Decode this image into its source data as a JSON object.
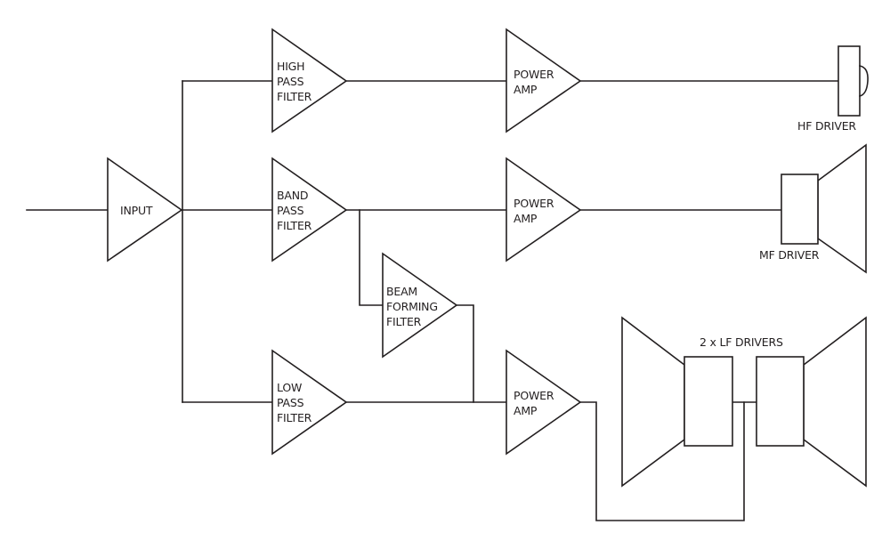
{
  "diagram": {
    "title": "Loudspeaker signal chain block diagram",
    "stroke_color": "#231f20",
    "background_color": "#ffffff",
    "blocks": {
      "input": {
        "lines": [
          "INPUT"
        ]
      },
      "high_pass_filter": {
        "lines": [
          "HIGH",
          "PASS",
          "FILTER"
        ]
      },
      "band_pass_filter": {
        "lines": [
          "BAND",
          "PASS",
          "FILTER"
        ]
      },
      "low_pass_filter": {
        "lines": [
          "LOW",
          "PASS",
          "FILTER"
        ]
      },
      "beam_forming_filter": {
        "lines": [
          "BEAM",
          "FORMING",
          "FILTER"
        ]
      },
      "power_amp_hf": {
        "lines": [
          "POWER",
          "AMP"
        ]
      },
      "power_amp_mf": {
        "lines": [
          "POWER",
          "AMP"
        ]
      },
      "power_amp_lf": {
        "lines": [
          "POWER",
          "AMP"
        ]
      }
    },
    "drivers": {
      "hf": {
        "label": "HF DRIVER"
      },
      "mf": {
        "label": "MF DRIVER"
      },
      "lf": {
        "label": "2 x LF DRIVERS"
      }
    },
    "connections": [
      {
        "from": "input",
        "to": "high_pass_filter"
      },
      {
        "from": "input",
        "to": "band_pass_filter"
      },
      {
        "from": "input",
        "to": "low_pass_filter"
      },
      {
        "from": "high_pass_filter",
        "to": "power_amp_hf"
      },
      {
        "from": "power_amp_hf",
        "to": "hf_driver"
      },
      {
        "from": "band_pass_filter",
        "to": "power_amp_mf"
      },
      {
        "from": "band_pass_filter",
        "to": "beam_forming_filter"
      },
      {
        "from": "power_amp_mf",
        "to": "mf_driver"
      },
      {
        "from": "beam_forming_filter",
        "to": "power_amp_lf"
      },
      {
        "from": "low_pass_filter",
        "to": "power_amp_lf"
      },
      {
        "from": "power_amp_lf",
        "to": "lf_drivers"
      }
    ]
  }
}
